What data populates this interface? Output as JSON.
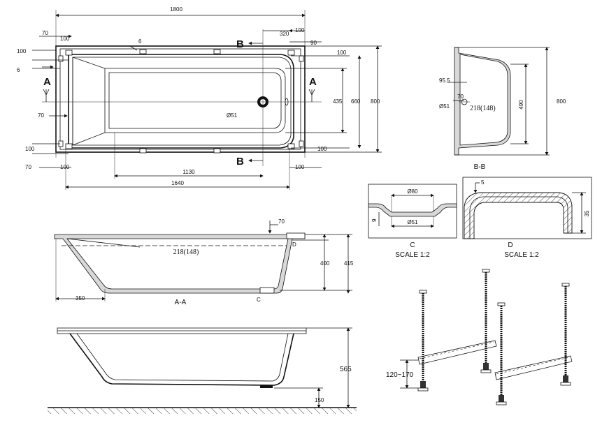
{
  "top_view": {
    "overall_length": "1800",
    "overall_width": "800",
    "inner_length": "1640",
    "drain_offset": "1130",
    "corner_left": "70",
    "corner_right": "100",
    "foot_left_top": "100",
    "foot_left_bottom": "100",
    "foot_right_top": "100",
    "foot_right_bottom": "100",
    "left_margin_top": "100",
    "left_margin_bottom": "100",
    "left_70_top": "70",
    "left_70_mid": "70",
    "left_70_bottom": "70",
    "left_6": "6",
    "top_6": "6",
    "rim_320": "320",
    "rim_90": "90",
    "right_100_top": "100",
    "right_100_bottom": "100",
    "inner_width": "435",
    "width_660": "660",
    "drain_dia": "Ø51",
    "section_a_left": "A",
    "section_a_right": "A",
    "section_b_top": "B",
    "section_b_bottom": "B"
  },
  "section_bb": {
    "title": "B-B",
    "dim_95": "95.5",
    "dim_70": "70",
    "dim_51": "Ø51",
    "depth_note": "218(148)",
    "height_490": "490",
    "height_800": "800"
  },
  "detail_c": {
    "dia_top": "Ø80",
    "dia_bottom": "Ø51",
    "height": "9",
    "title": "C",
    "scale": "SCALE 1:2"
  },
  "detail_d": {
    "top_dim": "5",
    "side_dim": "35",
    "title": "D",
    "scale": "SCALE 1:2"
  },
  "section_aa": {
    "title": "A-A",
    "depth_note": "218(148)",
    "dim_70": "70",
    "dim_400": "400",
    "dim_415": "415",
    "dim_350": "350",
    "detail_c_ref": "C",
    "detail_d_ref": "D"
  },
  "side_view": {
    "height": "565",
    "foot_height": "150"
  },
  "legs": {
    "range": "120~170"
  }
}
